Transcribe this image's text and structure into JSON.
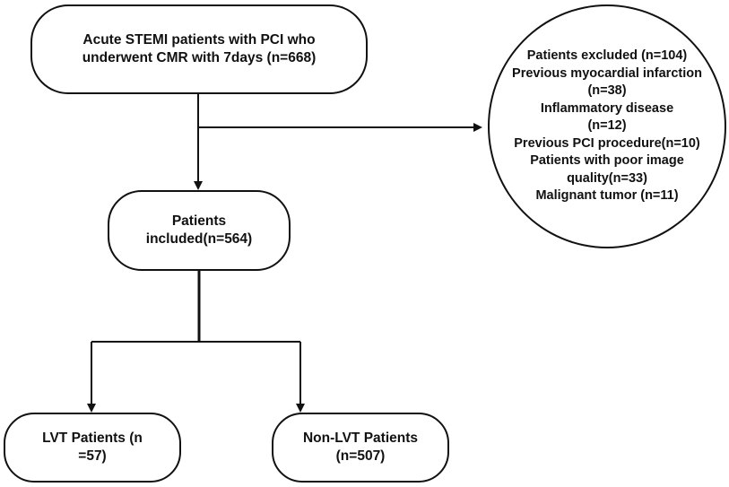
{
  "flowchart": {
    "top_box": {
      "lines": [
        "Acute STEMI patients with PCI who",
        "underwent CMR with 7days  (n=668)"
      ]
    },
    "excluded_box": {
      "lines": [
        "Patients excluded  (n=104)",
        "Previous myocardial infarction",
        "(n=38)",
        "Inflammatory disease",
        "(n=12)",
        "Previous PCI procedure(n=10)",
        "Patients with poor image",
        "quality(n=33)",
        "Malignant tumor  (n=11)"
      ]
    },
    "included_box": {
      "lines": [
        "Patients",
        "included(n=564)"
      ]
    },
    "lvt_box": {
      "lines": [
        "LVT Patients (n",
        "=57)"
      ]
    },
    "nonlvt_box": {
      "lines": [
        "Non-LVT Patients",
        "(n=507)"
      ]
    }
  },
  "colors": {
    "stroke": "#111111",
    "background": "#ffffff"
  }
}
